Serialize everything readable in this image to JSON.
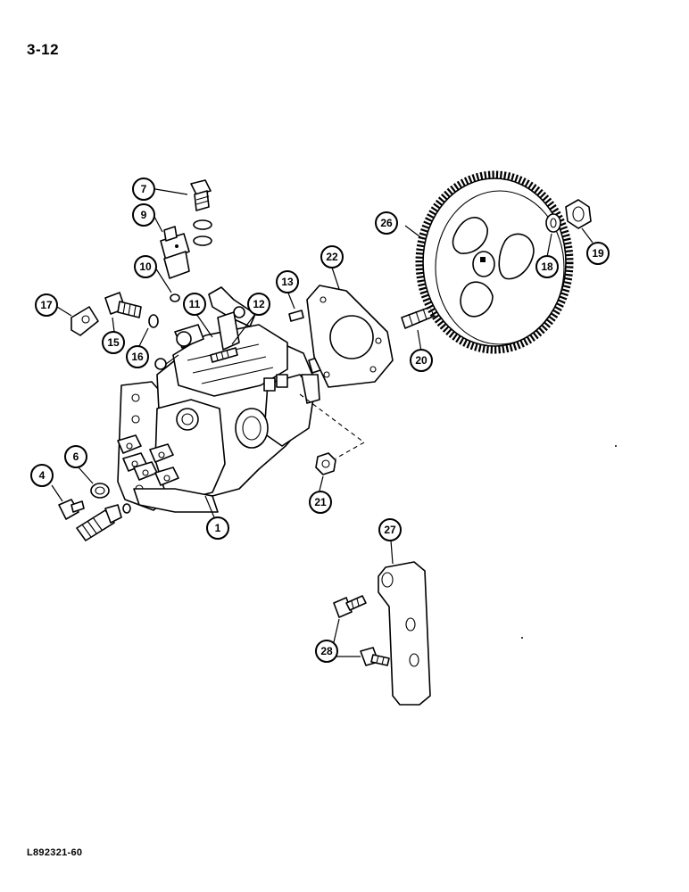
{
  "page": {
    "page_number": "3-12",
    "figure_code": "L892321-60"
  },
  "callouts": [
    {
      "id": "c1",
      "label": "1"
    },
    {
      "id": "c4",
      "label": "4"
    },
    {
      "id": "c6",
      "label": "6"
    },
    {
      "id": "c7",
      "label": "7"
    },
    {
      "id": "c9",
      "label": "9"
    },
    {
      "id": "c10",
      "label": "10"
    },
    {
      "id": "c11",
      "label": "11"
    },
    {
      "id": "c12",
      "label": "12"
    },
    {
      "id": "c13",
      "label": "13"
    },
    {
      "id": "c15",
      "label": "15"
    },
    {
      "id": "c16",
      "label": "16"
    },
    {
      "id": "c17",
      "label": "17"
    },
    {
      "id": "c18",
      "label": "18"
    },
    {
      "id": "c19",
      "label": "19"
    },
    {
      "id": "c20",
      "label": "20"
    },
    {
      "id": "c21",
      "label": "21"
    },
    {
      "id": "c22",
      "label": "22"
    },
    {
      "id": "c26",
      "label": "26"
    },
    {
      "id": "c27",
      "label": "27"
    },
    {
      "id": "c28",
      "label": "28"
    }
  ]
}
